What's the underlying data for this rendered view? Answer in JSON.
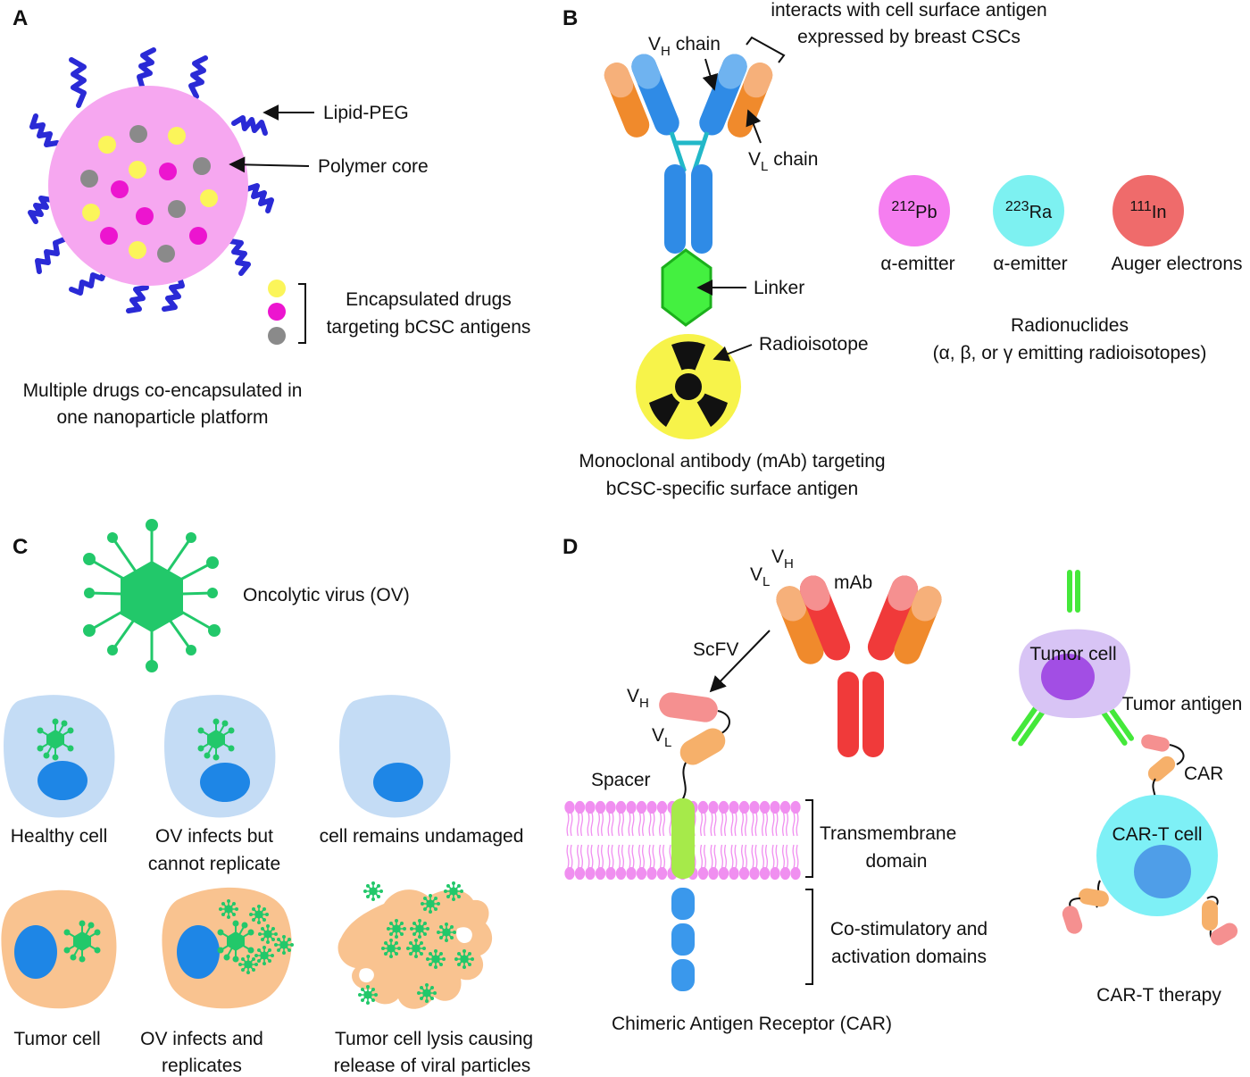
{
  "colors": {
    "nanoparticle": "#f6a7f0",
    "peg": "#2a2ad6",
    "drug_yellow": "#fbf55a",
    "drug_magenta": "#ec15cf",
    "drug_gray": "#8a8a8a",
    "heavy_chain": "#2f8be6",
    "heavy_chain_light": "#6fb3f0",
    "light_chain": "#f08a2c",
    "light_chain_light": "#f6b07a",
    "hinge": "#22b8c8",
    "linker": "#44f040",
    "radiation_bg": "#f7f34a",
    "pb": "#f57ef0",
    "ra": "#7df1f1",
    "in": "#ef6b6b",
    "virus": "#22c86a",
    "healthy_cell": "#c4dcf5",
    "nucleus": "#1e86e6",
    "tumor_cell": "#f9c390",
    "mab_red": "#f03a3a",
    "mab_pink": "#f59090",
    "car_light": "#f6b06a",
    "membrane": "#f08ff0",
    "transmembrane": "#a6ea4a",
    "signal_domain": "#3a98ec",
    "tumor_purple": "#d8c4f5",
    "tumor_nucleus": "#a24ee4",
    "tumor_antigen": "#44e83a",
    "cart_cell": "#7ef0f6",
    "cart_nucleus": "#4f9ee8"
  },
  "icons": [
    "nanoparticle-icon",
    "antibody-icon",
    "radiation-icon",
    "virus-icon",
    "cell-icon",
    "membrane-icon",
    "car-t-cell-icon"
  ],
  "panel_a": {
    "letter": "A",
    "lipid_peg": "Lipid-PEG",
    "polymer_core": "Polymer core",
    "drugs_line1": "Encapsulated drugs",
    "drugs_line2": "targeting bCSC antigens",
    "caption_line1": "Multiple drugs co-encapsulated in",
    "caption_line2": "one nanoparticle platform"
  },
  "panel_b": {
    "letter": "B",
    "top_line1": "interacts with cell surface antigen",
    "top_line2": "expressed by breast CSCs",
    "vh": "V",
    "vh_sub": "H",
    "vh_rest": " chain",
    "vl": "V",
    "vl_sub": "L",
    "vl_rest": " chain",
    "linker": "Linker",
    "radioisotope": "Radioisotope",
    "caption_line1": "Monoclonal antibody (mAb) targeting",
    "caption_line2": "bCSC-specific surface antigen",
    "radionuclides": [
      {
        "mass": "212",
        "symbol": "Pb",
        "label": "α-emitter"
      },
      {
        "mass": "223",
        "symbol": "Ra",
        "label": "α-emitter"
      },
      {
        "mass": "111",
        "symbol": "In",
        "label": "Auger electrons"
      }
    ],
    "radionuclides_title": "Radionuclides",
    "radionuclides_sub": "(α, β, or γ emitting radioisotopes)"
  },
  "panel_c": {
    "letter": "C",
    "virus_label": "Oncolytic virus (OV)",
    "healthy_1": "Healthy cell",
    "healthy_2a": "OV infects but",
    "healthy_2b": "cannot replicate",
    "healthy_3": "cell remains undamaged",
    "tumor_1": "Tumor cell",
    "tumor_2a": "OV infects and",
    "tumor_2b": "replicates",
    "tumor_3a": "Tumor cell lysis causing",
    "tumor_3b": "release of viral particles"
  },
  "panel_d": {
    "letter": "D",
    "v": "V",
    "h": "H",
    "l": "L",
    "mab": "mAb",
    "scfv": "ScFV",
    "spacer": "Spacer",
    "transmembrane_line1": "Transmembrane",
    "transmembrane_line2": "domain",
    "costim_line1": "Co-stimulatory and",
    "costim_line2": "activation domains",
    "car_caption": "Chimeric Antigen Receptor (CAR)",
    "tumor_cell": "Tumor cell",
    "tumor_antigen": "Tumor antigen",
    "car": "CAR",
    "cart_cell": "CAR-T cell",
    "cart_therapy": "CAR-T therapy"
  }
}
